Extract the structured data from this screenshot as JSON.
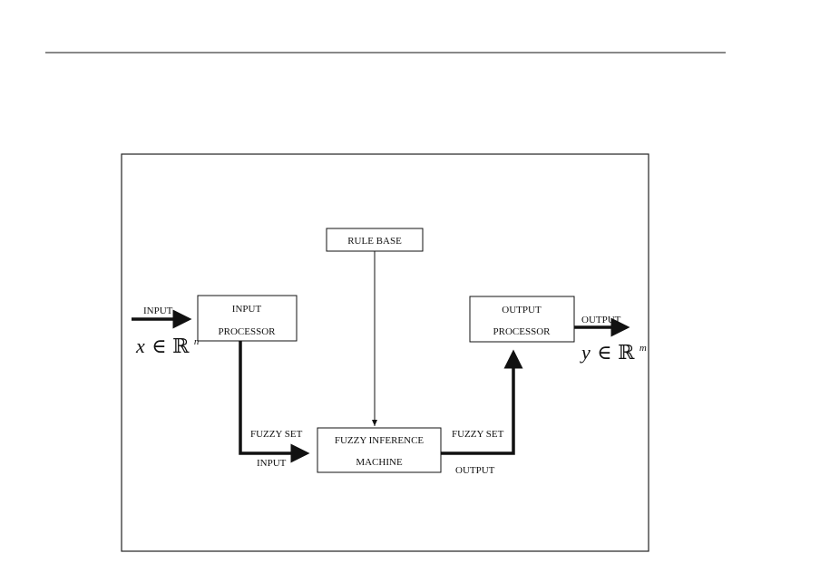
{
  "blocks": {
    "input_processor": [
      "INPUT",
      "PROCESSOR"
    ],
    "rule_base": "RULE BASE",
    "inference_machine": [
      "FUZZY INFERENCE",
      "MACHINE"
    ],
    "output_processor": [
      "OUTPUT",
      "PROCESSOR"
    ]
  },
  "labels": {
    "input": "INPUT",
    "output": "OUTPUT",
    "fuzzy_set_input_top": "FUZZY SET",
    "fuzzy_set_input_bottom": "INPUT",
    "fuzzy_set_output_top": "FUZZY SET",
    "fuzzy_set_output_bottom": "OUTPUT"
  },
  "math": {
    "input_var": "x",
    "output_var": "y",
    "element_of": "∈",
    "reals": "ℝ",
    "input_dim": "n",
    "output_dim": "m"
  }
}
